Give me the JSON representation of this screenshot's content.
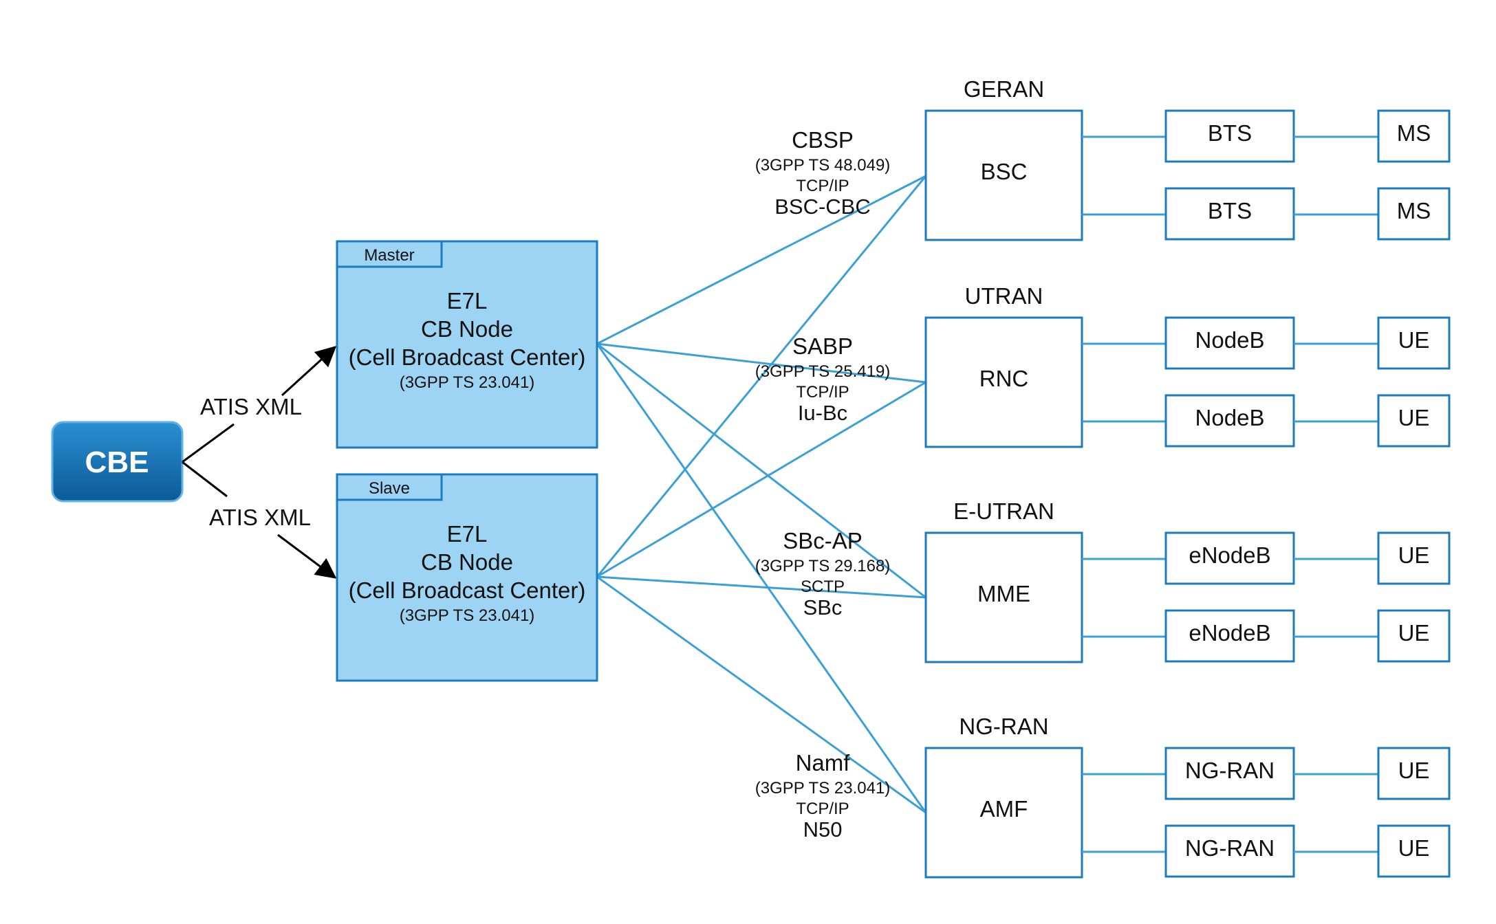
{
  "colors": {
    "line_blue": "#3aa0d6",
    "box_border": "#1a7bbf",
    "cb_fill": "#9dd3f3",
    "cb_border": "#1a7bbf",
    "cbe_fill_top": "#2b8fd0",
    "cbe_fill_bottom": "#0c5a97",
    "arrow": "#000000",
    "text": "#111111"
  },
  "cbe": {
    "label": "CBE"
  },
  "atis_top": "ATIS XML",
  "atis_bottom": "ATIS XML",
  "cb_master": {
    "tag": "Master",
    "line1": "E7L",
    "line2": "CB Node",
    "line3": "(Cell Broadcast Center)",
    "line4": "(3GPP TS 23.041)"
  },
  "cb_slave": {
    "tag": "Slave",
    "line1": "E7L",
    "line2": "CB Node",
    "line3": "(Cell Broadcast Center)",
    "line4": "(3GPP TS 23.041)"
  },
  "protocols": [
    {
      "name": "CBSP",
      "spec": "(3GPP TS 48.049)",
      "transport": "TCP/IP",
      "iface": "BSC-CBC"
    },
    {
      "name": "SABP",
      "spec": "(3GPP TS 25.419)",
      "transport": "TCP/IP",
      "iface": "Iu-Bc"
    },
    {
      "name": "SBc-AP",
      "spec": "(3GPP TS 29.168)",
      "transport": "SCTP",
      "iface": "SBc"
    },
    {
      "name": "Namf",
      "spec": "(3GPP TS 23.041)",
      "transport": "TCP/IP",
      "iface": "N50"
    }
  ],
  "networks": [
    {
      "title": "GERAN",
      "core": "BSC",
      "access": [
        "BTS",
        "BTS"
      ],
      "terminals": [
        "MS",
        "MS"
      ]
    },
    {
      "title": "UTRAN",
      "core": "RNC",
      "access": [
        "NodeB",
        "NodeB"
      ],
      "terminals": [
        "UE",
        "UE"
      ]
    },
    {
      "title": "E-UTRAN",
      "core": "MME",
      "access": [
        "eNodeB",
        "eNodeB"
      ],
      "terminals": [
        "UE",
        "UE"
      ]
    },
    {
      "title": "NG-RAN",
      "core": "AMF",
      "access": [
        "NG-RAN",
        "NG-RAN"
      ],
      "terminals": [
        "UE",
        "UE"
      ]
    }
  ]
}
